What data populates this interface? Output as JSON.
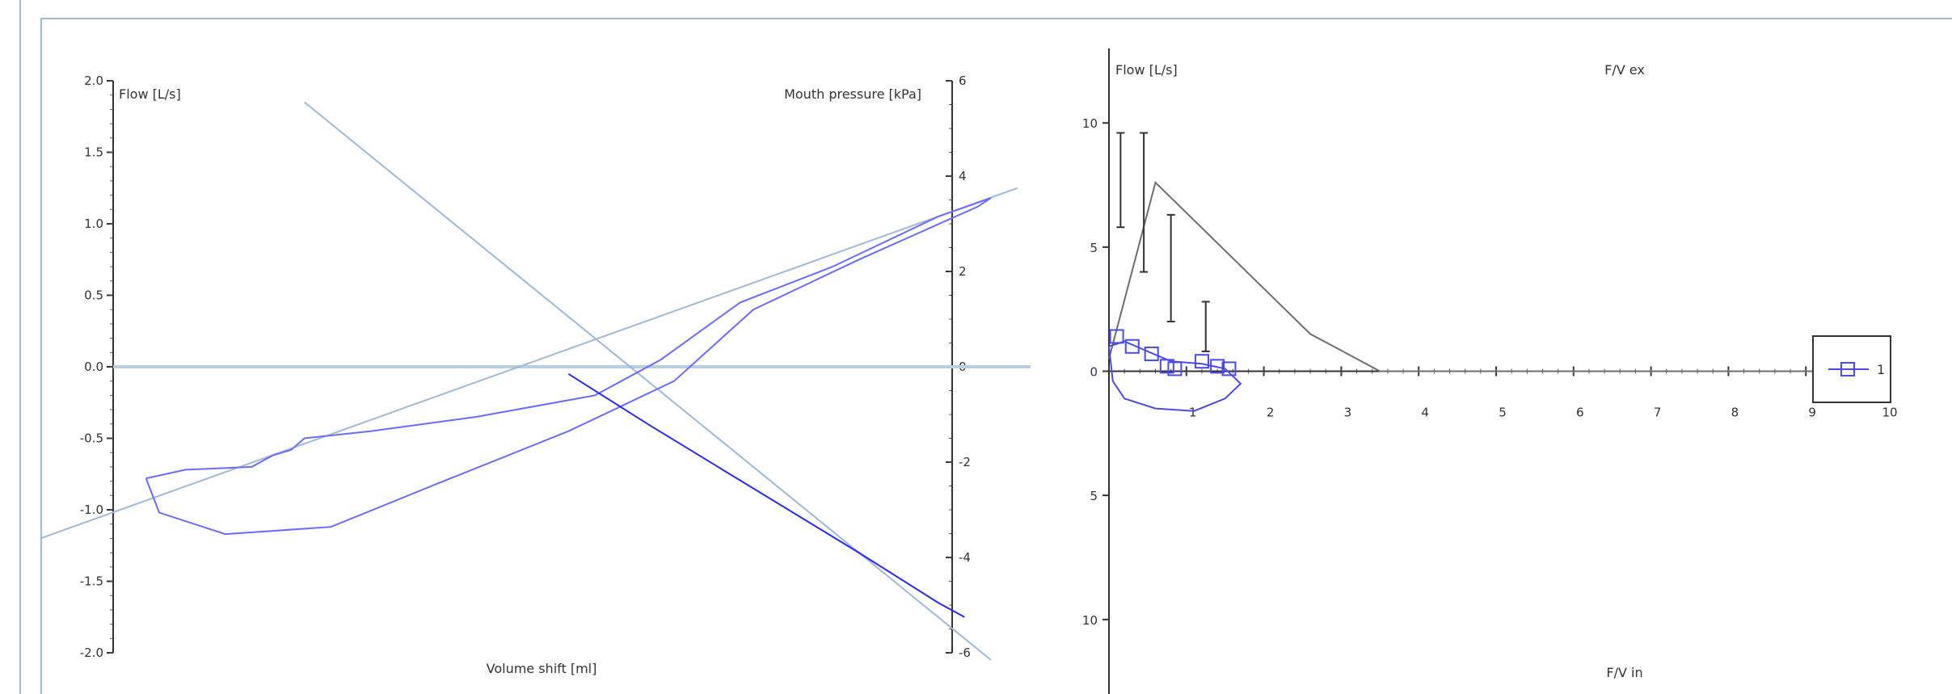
{
  "chart_data": [
    {
      "type": "line",
      "xlabel": "Volume shift [ml]",
      "ylabel": "Flow [L/s]",
      "y2label": "Mouth pressure [kPa]",
      "ylim": [
        -2.0,
        2.0
      ],
      "y2lim": [
        -6,
        6
      ],
      "yticks": [
        "2.0",
        "1.5",
        "1.0",
        "0.5",
        "0.0",
        "-0.5",
        "-1.0",
        "-1.5",
        "-2.0"
      ],
      "y2ticks": [
        "6",
        "4",
        "2",
        "0",
        "-2",
        "-4",
        "-6"
      ],
      "series": [
        {
          "color": "#6b6bff",
          "points": [
            [
              -1.6,
              -0.78
            ],
            [
              -1.55,
              -1.02
            ],
            [
              -1.3,
              -1.17
            ],
            [
              -0.9,
              -1.12
            ],
            [
              -0.5,
              -0.82
            ],
            [
              0.0,
              -0.45
            ],
            [
              0.4,
              -0.1
            ],
            [
              0.7,
              0.4
            ],
            [
              1.1,
              0.75
            ],
            [
              1.55,
              1.12
            ],
            [
              1.6,
              1.18
            ],
            [
              1.4,
              1.05
            ],
            [
              1.0,
              0.7
            ],
            [
              0.65,
              0.45
            ],
            [
              0.35,
              0.05
            ],
            [
              0.1,
              -0.2
            ],
            [
              -0.35,
              -0.35
            ],
            [
              -0.75,
              -0.45
            ],
            [
              -1.0,
              -0.5
            ],
            [
              -1.05,
              -0.58
            ],
            [
              -1.12,
              -0.62
            ],
            [
              -1.2,
              -0.7
            ],
            [
              -1.45,
              -0.72
            ],
            [
              -1.6,
              -0.78
            ]
          ]
        },
        {
          "color": "#2a2aee",
          "points": [
            [
              0.0,
              -0.05
            ],
            [
              0.3,
              -0.4
            ],
            [
              0.7,
              -0.85
            ],
            [
              1.1,
              -1.3
            ],
            [
              1.4,
              -1.65
            ],
            [
              1.5,
              -1.75
            ]
          ]
        }
      ],
      "reference_lines": [
        {
          "color": "#9fb9d9",
          "points": [
            [
              -2.0,
              -1.2
            ],
            [
              1.7,
              1.25
            ]
          ]
        },
        {
          "color": "#9fb9d9",
          "points": [
            [
              -1.0,
              1.85
            ],
            [
              1.6,
              -2.05
            ]
          ]
        }
      ]
    },
    {
      "type": "line",
      "ylabel": "Flow [L/s]",
      "title_top": "F/V ex",
      "title_bottom": "F/V in",
      "xlim": [
        0,
        10
      ],
      "ylim": [
        -13,
        13
      ],
      "xticks": [
        "1",
        "2",
        "3",
        "4",
        "5",
        "6",
        "7",
        "8",
        "9",
        "10"
      ],
      "yticks": [
        "10",
        "5",
        "0",
        "5",
        "10"
      ],
      "legend": {
        "label": "1",
        "placement": "right"
      },
      "series": [
        {
          "name": "1",
          "color": "#4a4ae8",
          "points": [
            [
              0.0,
              1.0
            ],
            [
              0.2,
              1.2
            ],
            [
              0.5,
              0.8
            ],
            [
              0.8,
              0.4
            ],
            [
              1.2,
              0.3
            ],
            [
              1.5,
              0.1
            ],
            [
              1.7,
              -0.5
            ],
            [
              1.5,
              -1.1
            ],
            [
              1.1,
              -1.6
            ],
            [
              0.6,
              -1.5
            ],
            [
              0.2,
              -1.1
            ],
            [
              0.05,
              -0.4
            ],
            [
              0.0,
              1.0
            ]
          ]
        }
      ],
      "predicted": {
        "color": "#6e6e6e",
        "points": [
          [
            0.0,
            0.5
          ],
          [
            0.6,
            7.6
          ],
          [
            2.6,
            1.5
          ],
          [
            3.5,
            0.0
          ],
          [
            10,
            0.0
          ]
        ]
      },
      "error_bars": [
        {
          "x": 0.15,
          "low": 5.8,
          "high": 9.6
        },
        {
          "x": 0.45,
          "low": 4.0,
          "high": 9.6
        },
        {
          "x": 0.8,
          "low": 2.0,
          "high": 6.3
        },
        {
          "x": 1.25,
          "low": 0.8,
          "high": 2.8
        }
      ],
      "markers": [
        [
          0.1,
          1.4
        ],
        [
          0.3,
          1.0
        ],
        [
          0.55,
          0.7
        ],
        [
          0.75,
          0.2
        ],
        [
          0.85,
          0.1
        ],
        [
          1.2,
          0.4
        ],
        [
          1.4,
          0.2
        ],
        [
          1.55,
          0.1
        ]
      ]
    }
  ]
}
